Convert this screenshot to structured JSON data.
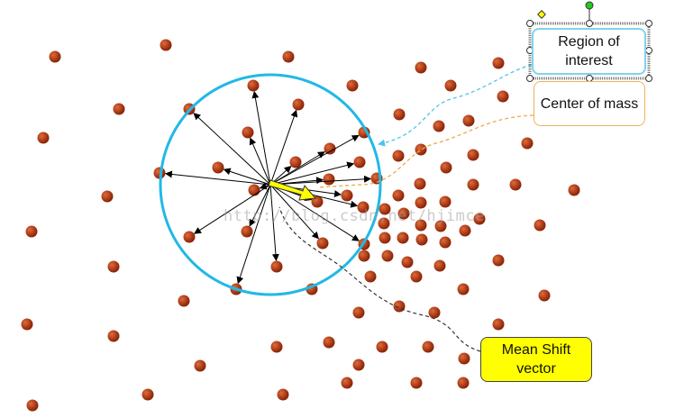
{
  "labels": {
    "region_of_interest": "Region of interest",
    "center_of_mass": "Center of mass",
    "mean_shift_vector": "Mean Shift vector"
  },
  "watermark": "http://blog.csdn.net/hjimce",
  "colors": {
    "dot": "#a8310f",
    "circle": "#22b8e6",
    "mean_shift_arrow": "#ffff00",
    "roi_leader": "#4cc3ea",
    "com_leader": "#f0a848"
  }
}
